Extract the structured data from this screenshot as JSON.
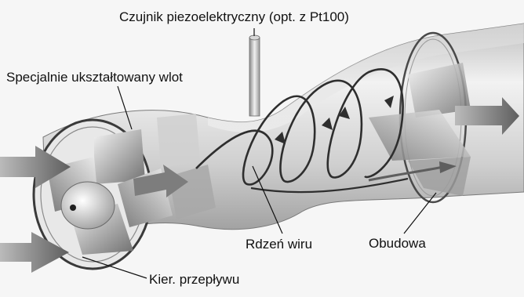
{
  "labels": {
    "sensor": "Czujnik piezoelektryczny  (opt. z Pt100)",
    "inlet": "Specjalnie ukształtowany wlot",
    "vortex_core": "Rdzeń wiru",
    "housing": "Obudowa",
    "flow_direction": "Kier. przepływu"
  },
  "colors": {
    "background": "#ffffff",
    "text": "#111111",
    "pipe_light": "#ececec",
    "pipe_dark": "#8a8a8a",
    "arrow": "#6e6e6e"
  }
}
